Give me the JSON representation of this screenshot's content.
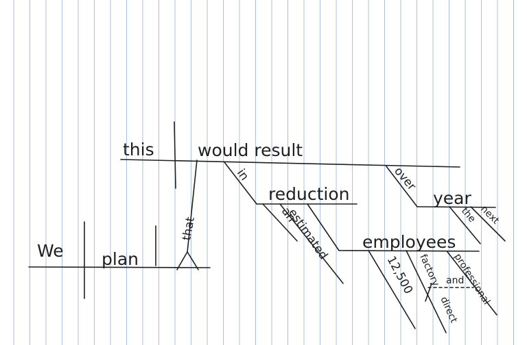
{
  "colors": {
    "paper": "#ffffff",
    "rule": "#a9c1df",
    "ink": "#1f1f1f"
  },
  "words": {
    "we": "We",
    "plan": "plan",
    "that": "that",
    "this": "this",
    "would_result": "would result",
    "in": "in",
    "reduction": "reduction",
    "an": "an",
    "estimated": "estimated",
    "employees": "employees",
    "count": "12,500",
    "factory": "factory",
    "and": "and",
    "direct": "direct",
    "professional": "professional",
    "over": "over",
    "year": "year",
    "the": "the",
    "next": "next"
  }
}
